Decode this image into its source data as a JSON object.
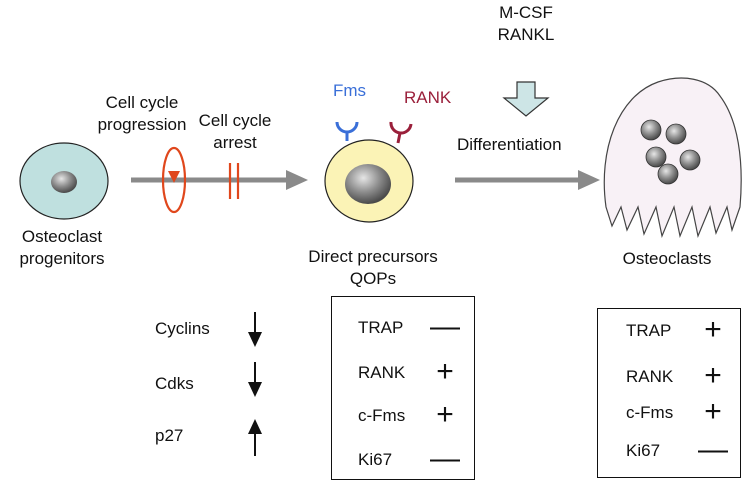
{
  "stimuli": {
    "line1": "M-CSF",
    "line2": "RANKL"
  },
  "progenitor": {
    "line1": "Osteoclast",
    "line2": "progenitors"
  },
  "progression": {
    "line1": "Cell cycle",
    "line2": "progression"
  },
  "arrest": {
    "line1": "Cell cycle",
    "line2": "arrest"
  },
  "receptors": {
    "fms": "Fms",
    "rank": "RANK"
  },
  "differentiation": "Differentiation",
  "precursor": {
    "line1": "Direct precursors",
    "line2": "QOPs"
  },
  "osteoclasts": "Osteoclasts",
  "cell_cycle_markers": [
    {
      "name": "Cyclins",
      "change": "down"
    },
    {
      "name": "Cdks",
      "change": "down"
    },
    {
      "name": "p27",
      "change": "up"
    }
  ],
  "qop_markers": [
    {
      "name": "TRAP",
      "sign": "—"
    },
    {
      "name": "RANK",
      "sign": "+"
    },
    {
      "name": "c-Fms",
      "sign": "+"
    },
    {
      "name": "Ki67",
      "sign": "—"
    }
  ],
  "osteoclast_markers": [
    {
      "name": "TRAP",
      "sign": "+"
    },
    {
      "name": "RANK",
      "sign": "+"
    },
    {
      "name": "c-Fms",
      "sign": "+"
    },
    {
      "name": "Ki67",
      "sign": "—"
    }
  ],
  "colors": {
    "progenitor_fill": "#bfe0df",
    "precursor_fill": "#fbf3b6",
    "osteoclast_fill": "#f8f1f6",
    "nucleus": "#777777",
    "arrow_gray": "#8a8a8a",
    "cycle_red": "#e0471c",
    "fms_blue": "#3a6fd8",
    "rank_maroon": "#9a1f3a",
    "stimulus_arrow": "#cde5e6"
  }
}
